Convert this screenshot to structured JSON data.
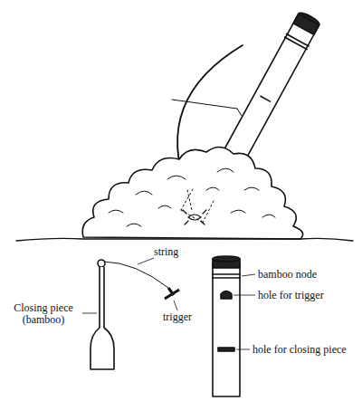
{
  "diagram": {
    "labels": [
      "string",
      "Closing piece (bamboo)",
      "trigger",
      "bamboo node",
      "hole for trigger",
      "hole for closing piece"
    ]
  }
}
